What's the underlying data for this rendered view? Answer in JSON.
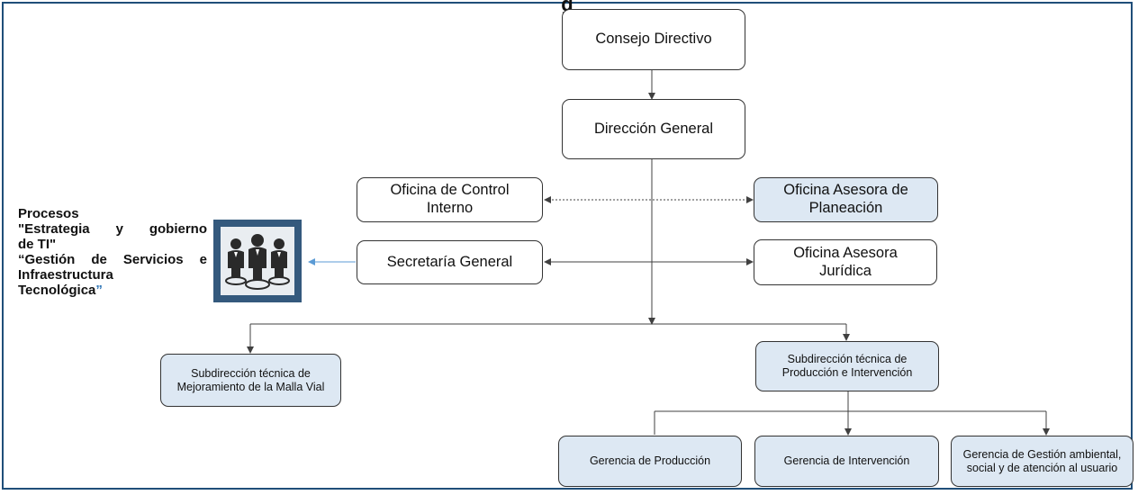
{
  "header": {
    "title_fragment": "g"
  },
  "side_label": {
    "line1": "Procesos",
    "line2": "\"Estrategia y gobierno",
    "line3": "de TI\"",
    "line4": "“Gestión de Servicios e",
    "line5": "Infraestructura",
    "line6": "Tecnológica",
    "line6_quote": "”",
    "icon": "business-people-icon"
  },
  "nodes": {
    "consejo": "Consejo Directivo",
    "direccion": "Dirección General",
    "control_interno": "Oficina de Control Interno",
    "planeacion": "Oficina Asesora de Planeación",
    "secretaria": "Secretaría General",
    "juridica": "Oficina Asesora Jurídica",
    "sub_malla": "Subdirección técnica de Mejoramiento de la Malla Vial",
    "sub_produccion": "Subdirección técnica de Producción e Intervención",
    "ger_produccion": "Gerencia de Producción",
    "ger_intervencion": "Gerencia de Intervención",
    "ger_gestion": "Gerencia  de Gestión ambiental, social y  de atención al usuario"
  },
  "colors": {
    "highlight_fill": "#dde8f3",
    "frame_border": "#1f4e79",
    "icon_frame": "#34597d",
    "connector": "#404040",
    "blue_arrow": "#5b9bd5"
  }
}
